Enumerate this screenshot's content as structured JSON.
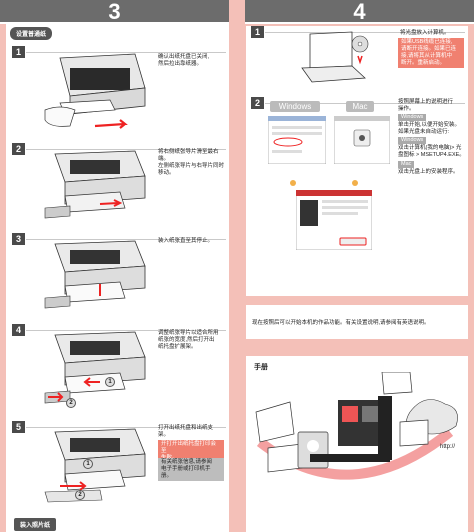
{
  "left": {
    "step_number": "3",
    "section_label": "设置普通纸",
    "steps": [
      {
        "num": "1",
        "lines": [
          "确认出纸托盘已关闭,",
          "然后拉出靠纸器。"
        ]
      },
      {
        "num": "2",
        "lines": [
          "将右侧纸张导片滑至最右",
          "端。",
          "左侧纸张导片与右导片同时",
          "移动。"
        ]
      },
      {
        "num": "3",
        "lines": [
          "装入纸张直至其停止。"
        ]
      },
      {
        "num": "4",
        "lines": [
          "调整纸张导片以适合所用",
          "纸张的宽度,然后打开出",
          "纸托盘扩展架。"
        ]
      },
      {
        "num": "5",
        "lines": [
          "打开出纸托盘和出纸支",
          "架。"
        ],
        "pink": [
          "开打开出纸托盘打印会至",
          "失败。"
        ],
        "gray": [
          "有关纸张信息,请参阅",
          "电子手册或打印机手册。"
        ]
      }
    ],
    "bottom_label": "装入照片纸",
    "callouts": [
      "1",
      "2",
      "1",
      "2"
    ]
  },
  "right": {
    "step_number": "4",
    "steps": [
      {
        "num": "1",
        "lines": [
          "将光盘放入计算机。"
        ],
        "pink": [
          "如果USB线缆已连接,",
          "请断开连接。如果已连",
          "接,请将其从计算机中",
          "断开。重新启动。"
        ]
      },
      {
        "num": "2",
        "lines": [
          "按照屏幕上的说明进行",
          "操作。"
        ],
        "tab_windows": "Windows",
        "tab_mac": "Mac",
        "win_title": "Windows",
        "win_lines": [
          "单击开始,以便开始安装。",
          "如果光盘未自动运行:"
        ],
        "win_box": "Windows",
        "win_lines2": [
          "双击计算机(我的电脑)> 光",
          "盘图标 > MSETUP4.EXE。"
        ],
        "mac_box": "Mac",
        "mac_lines": [
          "双击光盘上的安装程序。"
        ]
      }
    ],
    "note": "现在按照后可以开始本机的作品功能。有关设置说明,请参阅有英语说明。",
    "manual_label": "手册",
    "url_text": "http://"
  }
}
